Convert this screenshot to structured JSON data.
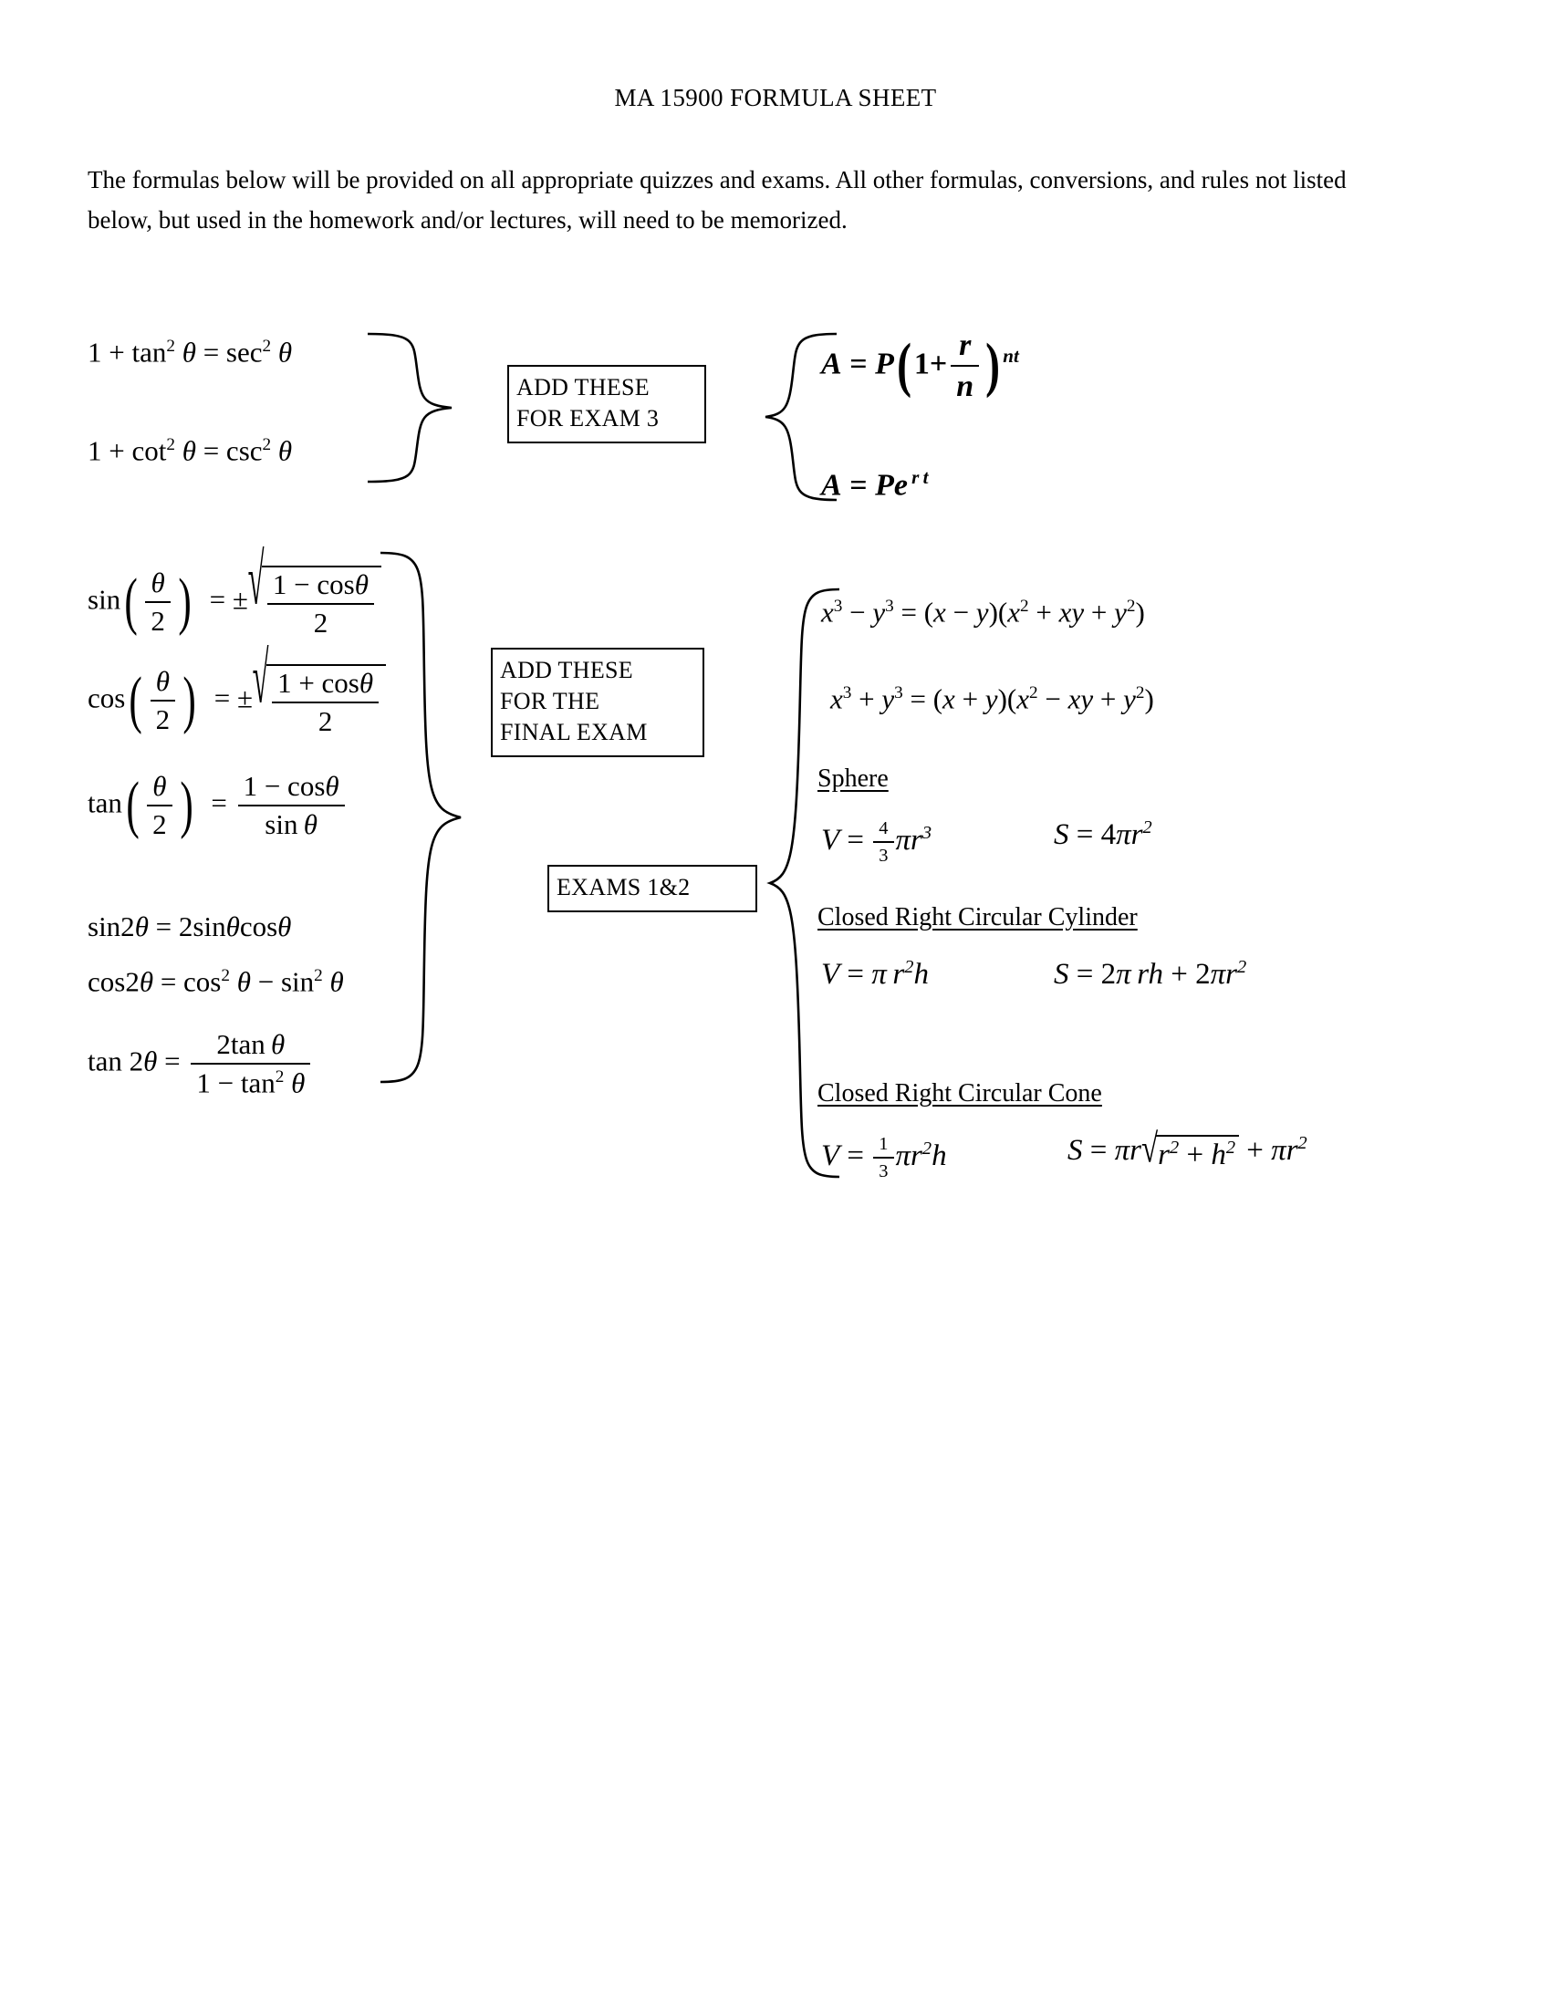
{
  "document": {
    "title": "MA 15900 FORMULA SHEET",
    "intro": "The formulas below will be provided on all appropriate quizzes and exams. All other formulas, conversions, and rules not listed below, but used in the homework and/or lectures, will need to be memorized."
  },
  "labels": {
    "exam3": "ADD THESE\nFOR EXAM 3",
    "final": "ADD THESE\nFOR THE\nFINAL EXAM",
    "exams12": "EXAMS 1&2"
  },
  "sections": {
    "sphere": "Sphere",
    "cylinder": "Closed Right Circular Cylinder",
    "cone": "Closed Right Circular Cone"
  },
  "formulas": {
    "pythagorean_tan": "1 + tan² θ = sec² θ",
    "pythagorean_cot": "1 + cot² θ = csc² θ",
    "compound_interest": "A = P(1 + r/n)^(nt)",
    "continuous_interest": "A = Pe^(rt)",
    "half_sin": "sin(θ/2) = ±√((1 − cos θ)/2)",
    "half_cos": "cos(θ/2) = ±√((1 + cos θ)/2)",
    "half_tan": "tan(θ/2) = (1 − cos θ)/(sin θ)",
    "double_sin": "sin 2θ = 2 sin θ cos θ",
    "double_cos": "cos 2θ = cos² θ − sin² θ",
    "double_tan": "tan 2θ = (2 tan θ)/(1 − tan² θ)",
    "diff_cubes": "x³ − y³ = (x − y)(x² + xy + y²)",
    "sum_cubes": "x³ + y³ = (x + y)(x² − xy + y²)",
    "sphere_volume": "V = 4/3 πr³",
    "sphere_surface": "S = 4πr²",
    "cylinder_volume": "V = πr²h",
    "cylinder_surface": "S = 2πrh + 2πr²",
    "cone_volume": "V = 1/3 πr²h",
    "cone_surface": "S = πr√(r² + h²) + πr²"
  },
  "colors": {
    "ink": "#000000",
    "paper": "#ffffff"
  }
}
